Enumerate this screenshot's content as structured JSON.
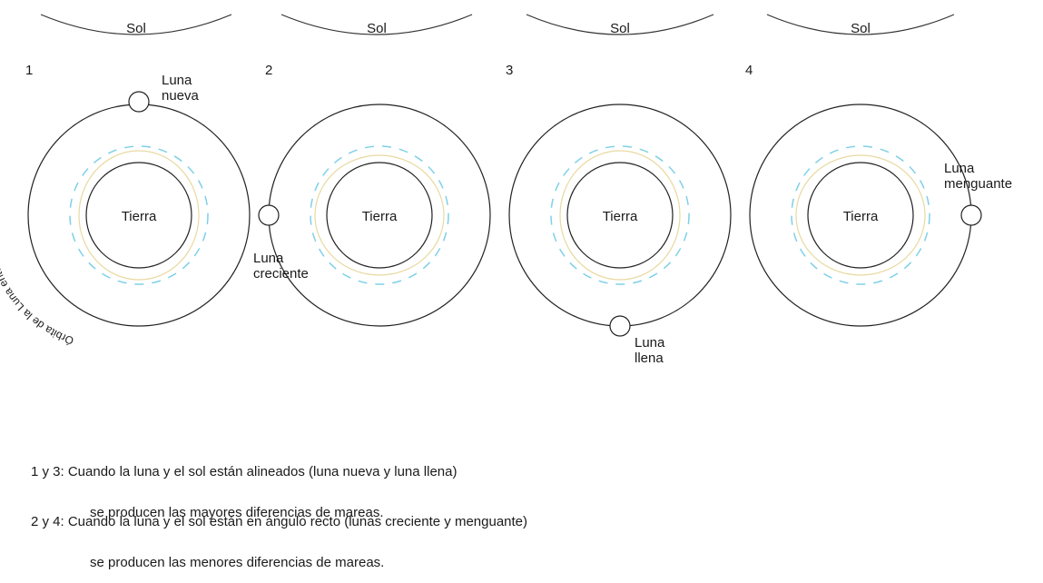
{
  "panels": [
    {
      "number": "1",
      "sun": "Sol",
      "earth": "Tierra",
      "moon_lines": [
        "Luna",
        "nueva"
      ],
      "orbit_label": "Órbita de la Luna entorno a la Tierra"
    },
    {
      "number": "2",
      "sun": "Sol",
      "earth": "Tierra",
      "moon_lines": [
        "Luna",
        "creciente"
      ]
    },
    {
      "number": "3",
      "sun": "Sol",
      "earth": "Tierra",
      "moon_lines": [
        "Luna",
        "llena"
      ]
    },
    {
      "number": "4",
      "sun": "Sol",
      "earth": "Tierra",
      "moon_lines": [
        "Luna",
        "menguante"
      ]
    }
  ],
  "notes": [
    {
      "line1": "1 y 3: Cuando la luna y el sol están alineados (luna nueva y luna llena)",
      "line2": "se producen las mayores diferencias de mareas."
    },
    {
      "line1": "2 y 4: Cuando la luna y el sol están en ángulo recto (lunas creciente y menguante)",
      "line2": "se producen las menores diferencias de mareas."
    }
  ],
  "colors": {
    "line": "#222222",
    "tide_dashed": "#7fd0e8",
    "tide_solid": "#e8d9a0"
  }
}
